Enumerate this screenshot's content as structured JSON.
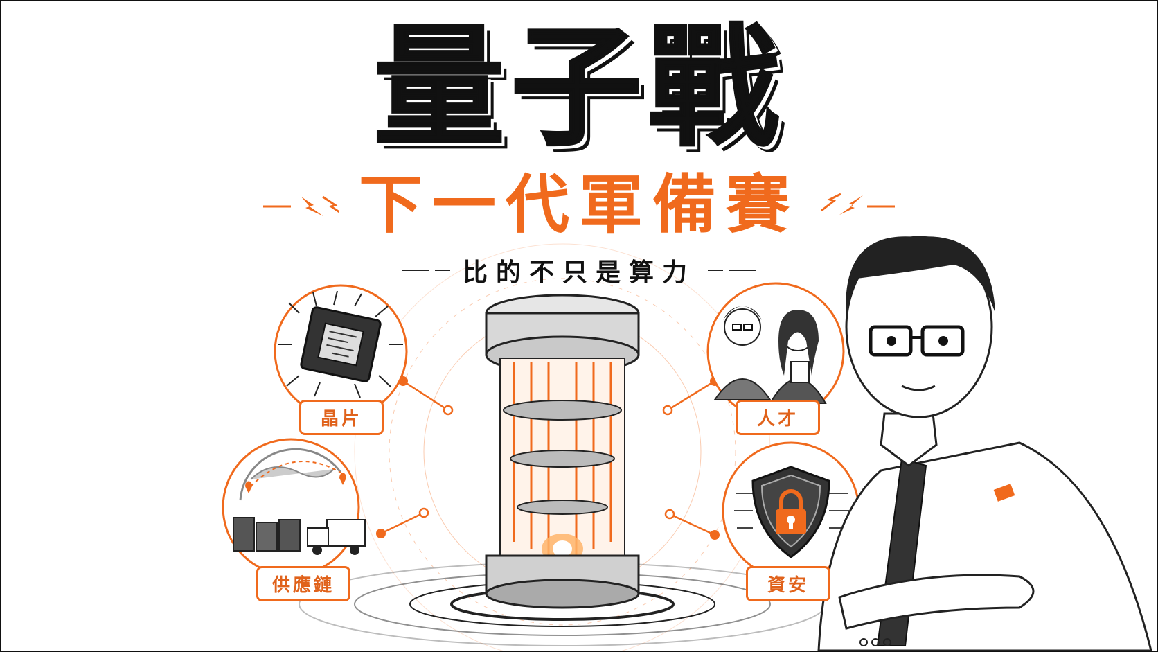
{
  "title": "量子戰",
  "subtitle": "下一代軍備賽",
  "tagline": "比的不只是算力",
  "nodes": {
    "chip": {
      "label": "晶片",
      "icon": "microchip-icon"
    },
    "talent": {
      "label": "人才",
      "icon": "people-icon"
    },
    "supply_chain": {
      "label": "供應鏈",
      "icon": "globe-truck-icon"
    },
    "security": {
      "label": "資安",
      "icon": "shield-lock-icon"
    }
  },
  "colors": {
    "accent": "#f06a1d",
    "ink": "#111111"
  }
}
